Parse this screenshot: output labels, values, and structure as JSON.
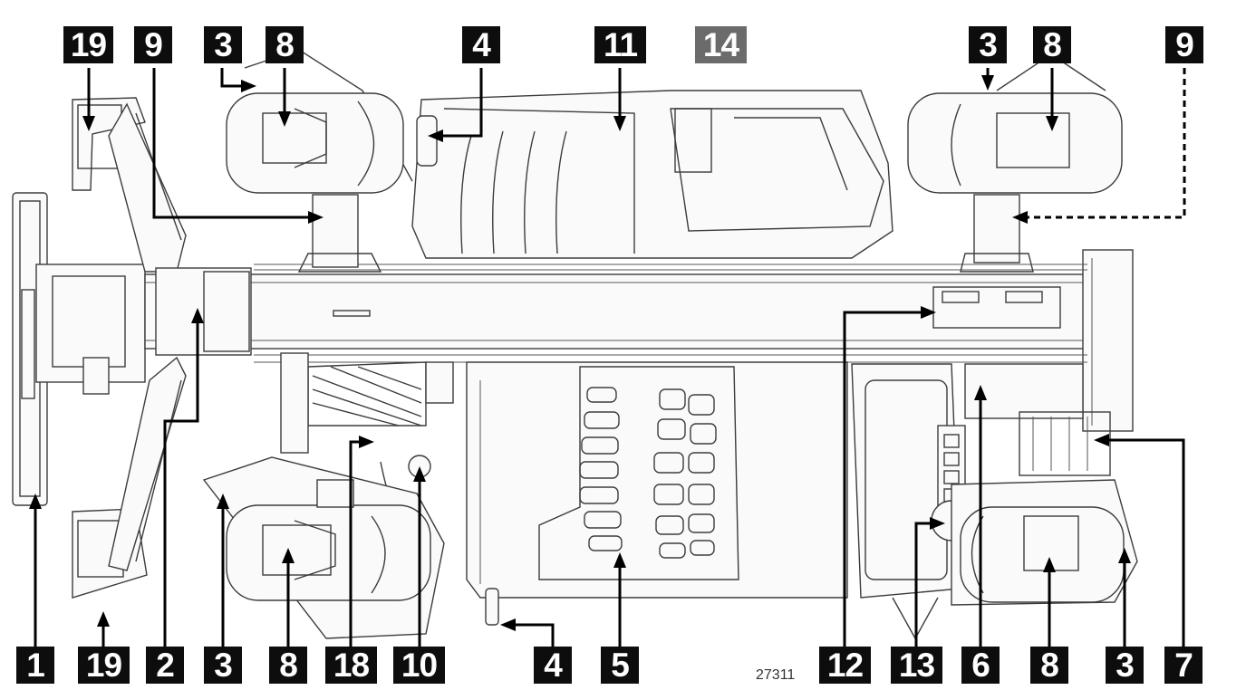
{
  "labels": {
    "top_19": "19",
    "top_9_left": "9",
    "top_3_left": "3",
    "top_8_left": "8",
    "top_4": "4",
    "top_11": "11",
    "top_14": "14",
    "top_3_right": "3",
    "top_8_right": "8",
    "top_9_right": "9",
    "bottom_1": "1",
    "bottom_19": "19",
    "bottom_2": "2",
    "bottom_3_left": "3",
    "bottom_8_left": "8",
    "bottom_18": "18",
    "bottom_10": "10",
    "bottom_4": "4",
    "bottom_5": "5",
    "bottom_12": "12",
    "bottom_13": "13",
    "bottom_6": "6",
    "bottom_8_right": "8",
    "bottom_3_right": "3",
    "bottom_7": "7"
  },
  "figure_number": "27311",
  "colors": {
    "label_background": "#0d0d0d",
    "label_highlight_background": "#6b6b6b",
    "label_text": "#ffffff",
    "line_art": "#3c3c3c"
  }
}
